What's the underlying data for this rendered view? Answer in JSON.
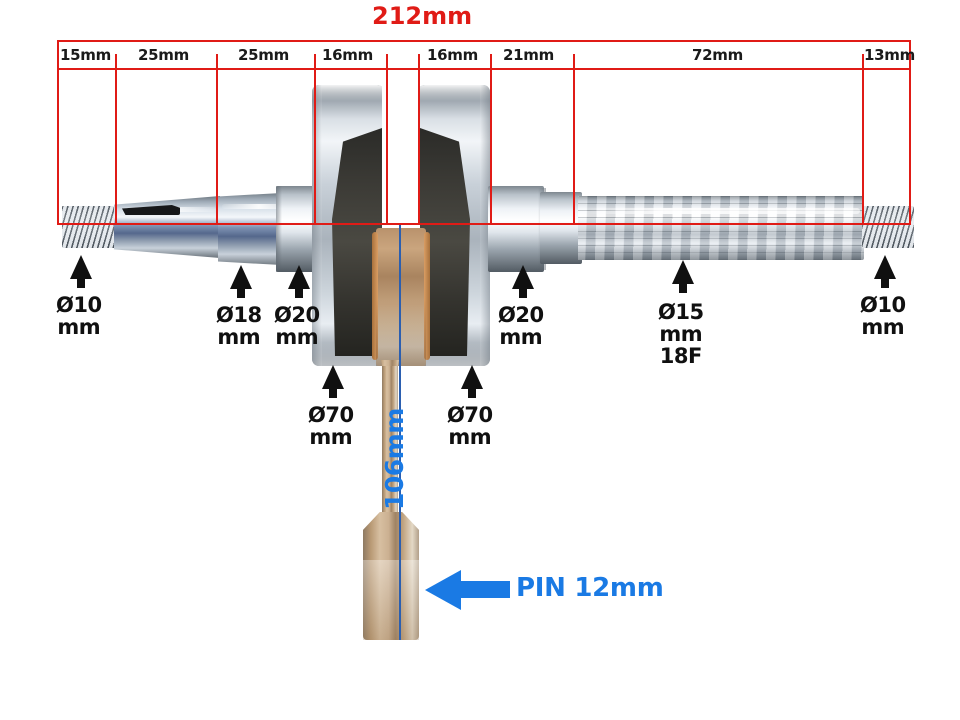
{
  "diagram": {
    "subject": "crankshaft-technical-diagram",
    "colors": {
      "dimension_red": "#e01b16",
      "annotation_blue": "#1a7ae4",
      "callout_black": "#101010",
      "background": "#ffffff"
    },
    "total_length": {
      "label": "212mm",
      "icon": "dimension-span"
    },
    "segments": [
      {
        "label": "15mm"
      },
      {
        "label": "25mm"
      },
      {
        "label": "25mm"
      },
      {
        "label": "16mm"
      },
      {
        "label": "16mm"
      },
      {
        "label": "21mm"
      },
      {
        "label": "72mm"
      },
      {
        "label": "13mm"
      }
    ],
    "callouts": [
      {
        "line1": "Ø10",
        "line2": "mm",
        "line3": "",
        "name": "left-thread-diameter"
      },
      {
        "line1": "Ø18",
        "line2": "mm",
        "line3": "",
        "name": "left-taper-diameter"
      },
      {
        "line1": "Ø20",
        "line2": "mm",
        "line3": "",
        "name": "left-journal-diameter"
      },
      {
        "line1": "Ø70",
        "line2": "mm",
        "line3": "",
        "name": "left-counterweight-diameter"
      },
      {
        "line1": "Ø70",
        "line2": "mm",
        "line3": "",
        "name": "right-counterweight-diameter"
      },
      {
        "line1": "Ø20",
        "line2": "mm",
        "line3": "",
        "name": "right-journal-diameter"
      },
      {
        "line1": "Ø15",
        "line2": "mm",
        "line3": "18F",
        "name": "spline-shaft-diameter"
      },
      {
        "line1": "Ø10",
        "line2": "mm",
        "line3": "",
        "name": "right-thread-diameter"
      }
    ],
    "blue_annotations": {
      "rod_length": {
        "label": "106mm",
        "name": "connecting-rod-length"
      },
      "pin": {
        "label": "PIN 12mm",
        "name": "wrist-pin-size"
      }
    }
  }
}
